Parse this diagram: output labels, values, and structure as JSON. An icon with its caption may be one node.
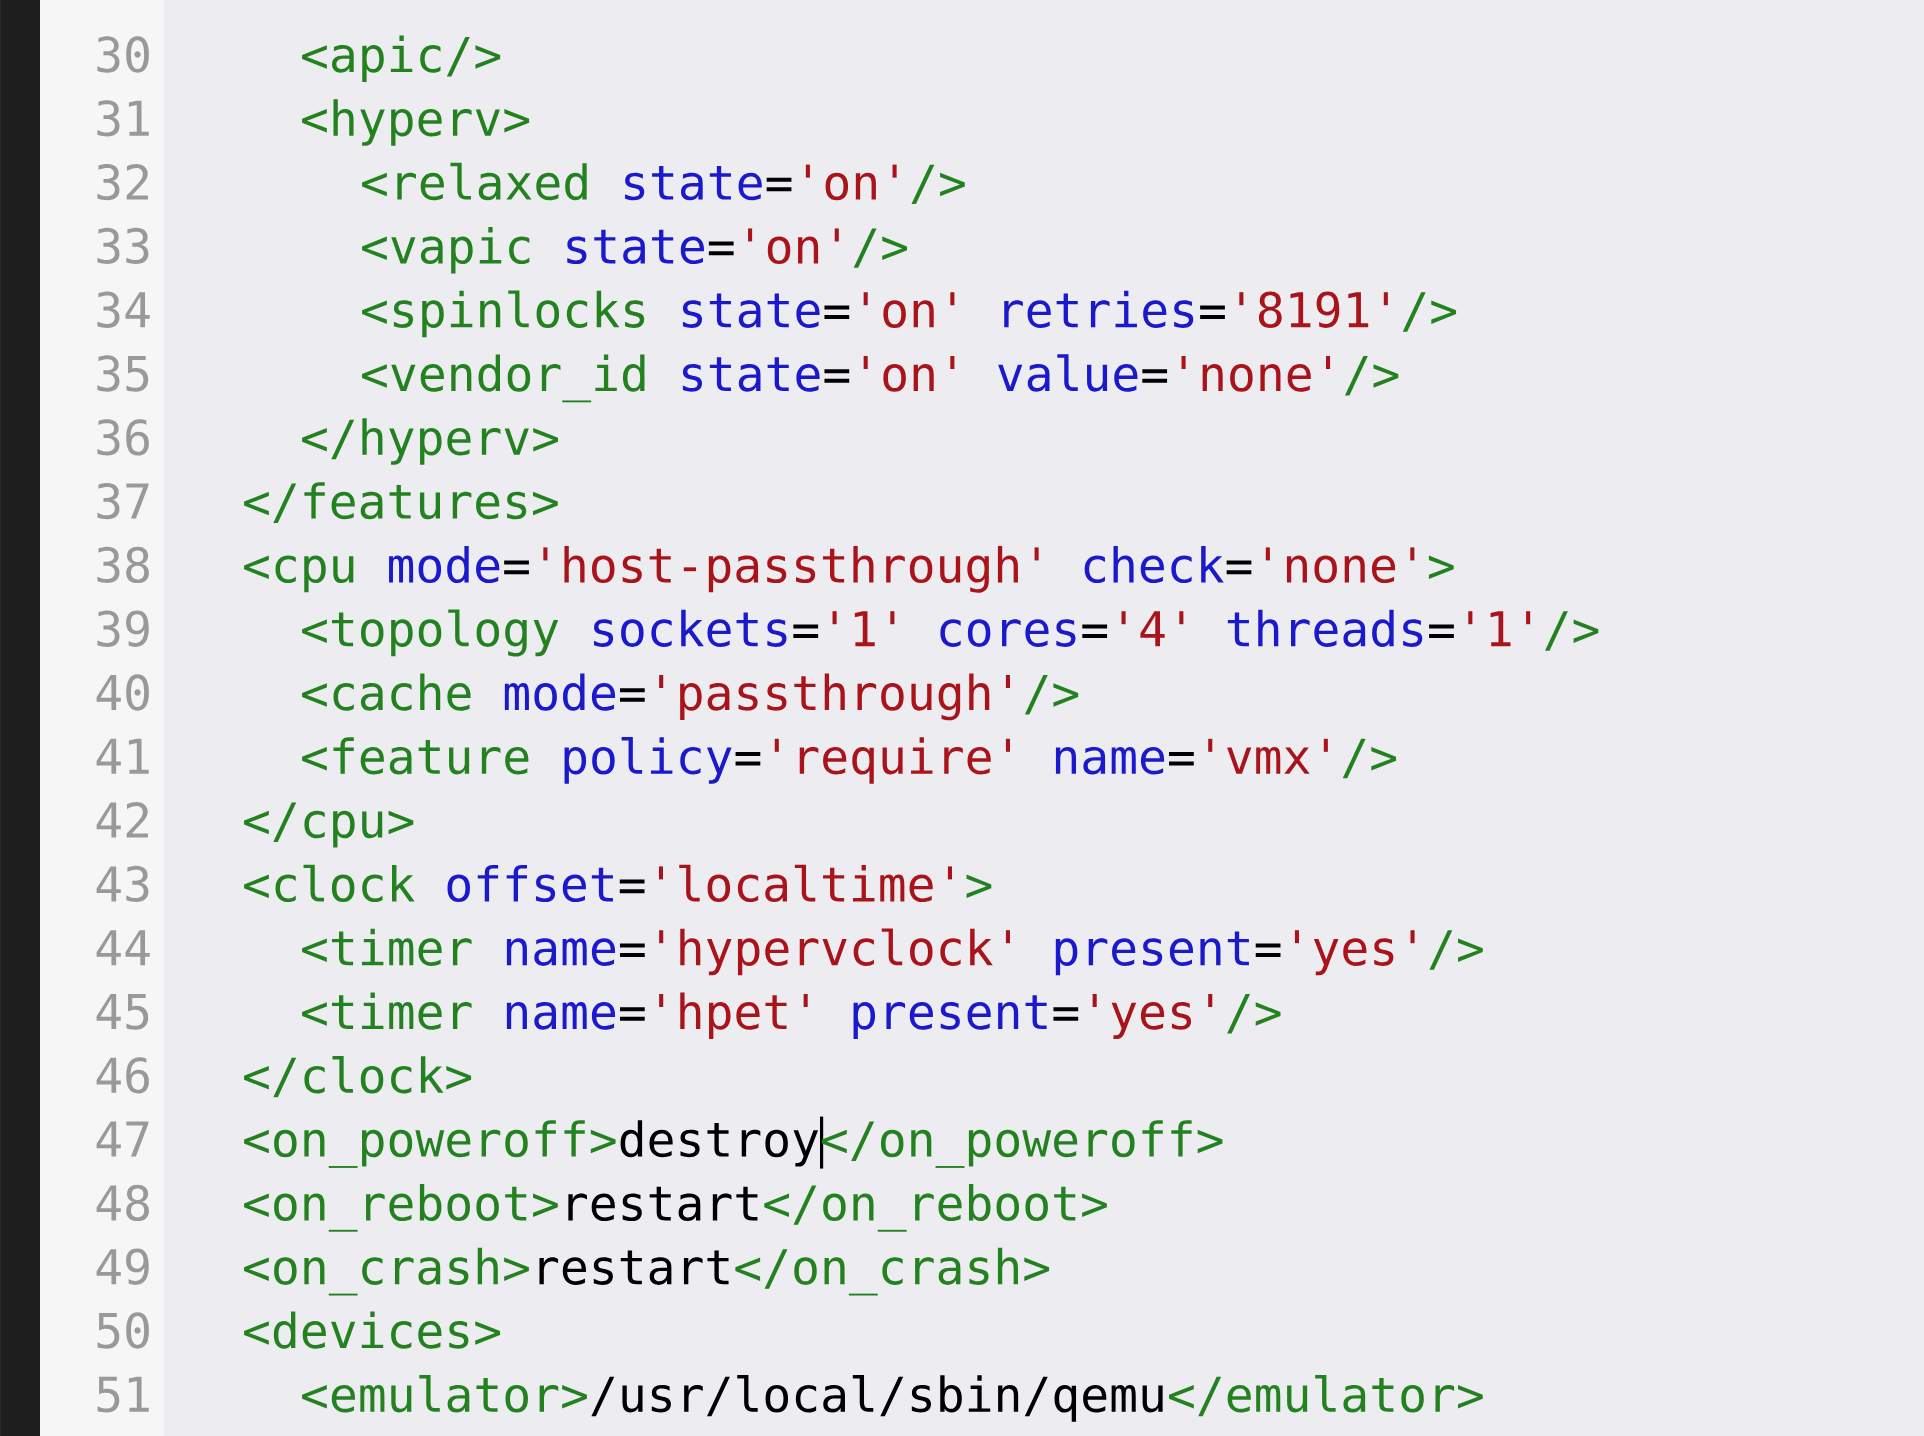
{
  "diagram": {
    "labels": [
      "30",
      "<apic/>",
      "31",
      "<hyperv>",
      "32",
      "<relaxed",
      "state",
      "=",
      "'on'",
      "/>",
      "33",
      "<vapic",
      "state",
      "=",
      "'on'",
      "/>",
      "34",
      "<spinlocks",
      "state",
      "=",
      "'on'",
      "retries",
      "=",
      "'8191'",
      "/>",
      "35",
      "<vendor_id",
      "state",
      "=",
      "'on'",
      "value",
      "=",
      "'none'",
      "/>",
      "36",
      "</hyperv>",
      "37",
      "</features>",
      "38",
      "<cpu",
      "mode",
      "=",
      "'host-passthrough'",
      "check",
      "=",
      "'none'",
      ">",
      "39",
      "<topology",
      "sockets",
      "=",
      "'1'",
      "cores",
      "=",
      "'4'",
      "threads",
      "=",
      "'1'",
      "/>",
      "40",
      "<cache",
      "mode",
      "=",
      "'passthrough'",
      "/>",
      "41",
      "<feature",
      "policy",
      "=",
      "'require'",
      "name",
      "=",
      "'vmx'",
      "/>",
      "42",
      "</cpu>",
      "43",
      "<clock",
      "offset",
      "=",
      "'localtime'",
      ">",
      "44",
      "<timer",
      "name",
      "=",
      "'hypervclock'",
      "present",
      "=",
      "'yes'",
      "/>",
      "45",
      "<timer",
      "name",
      "=",
      "'hpet'",
      "present",
      "=",
      "'yes'",
      "/>",
      "46",
      "</clock>",
      "47",
      "<on_poweroff>",
      "destroy",
      "</on_poweroff>",
      "48",
      "<on_reboot>",
      "restart",
      "</on_reboot>",
      "49",
      "<on_crash>",
      "restart",
      "</on_crash>",
      "50",
      "<devices>",
      "51",
      "<emulator>",
      "/usr/local/sbin/qemu",
      "</emulator>"
    ]
  }
}
